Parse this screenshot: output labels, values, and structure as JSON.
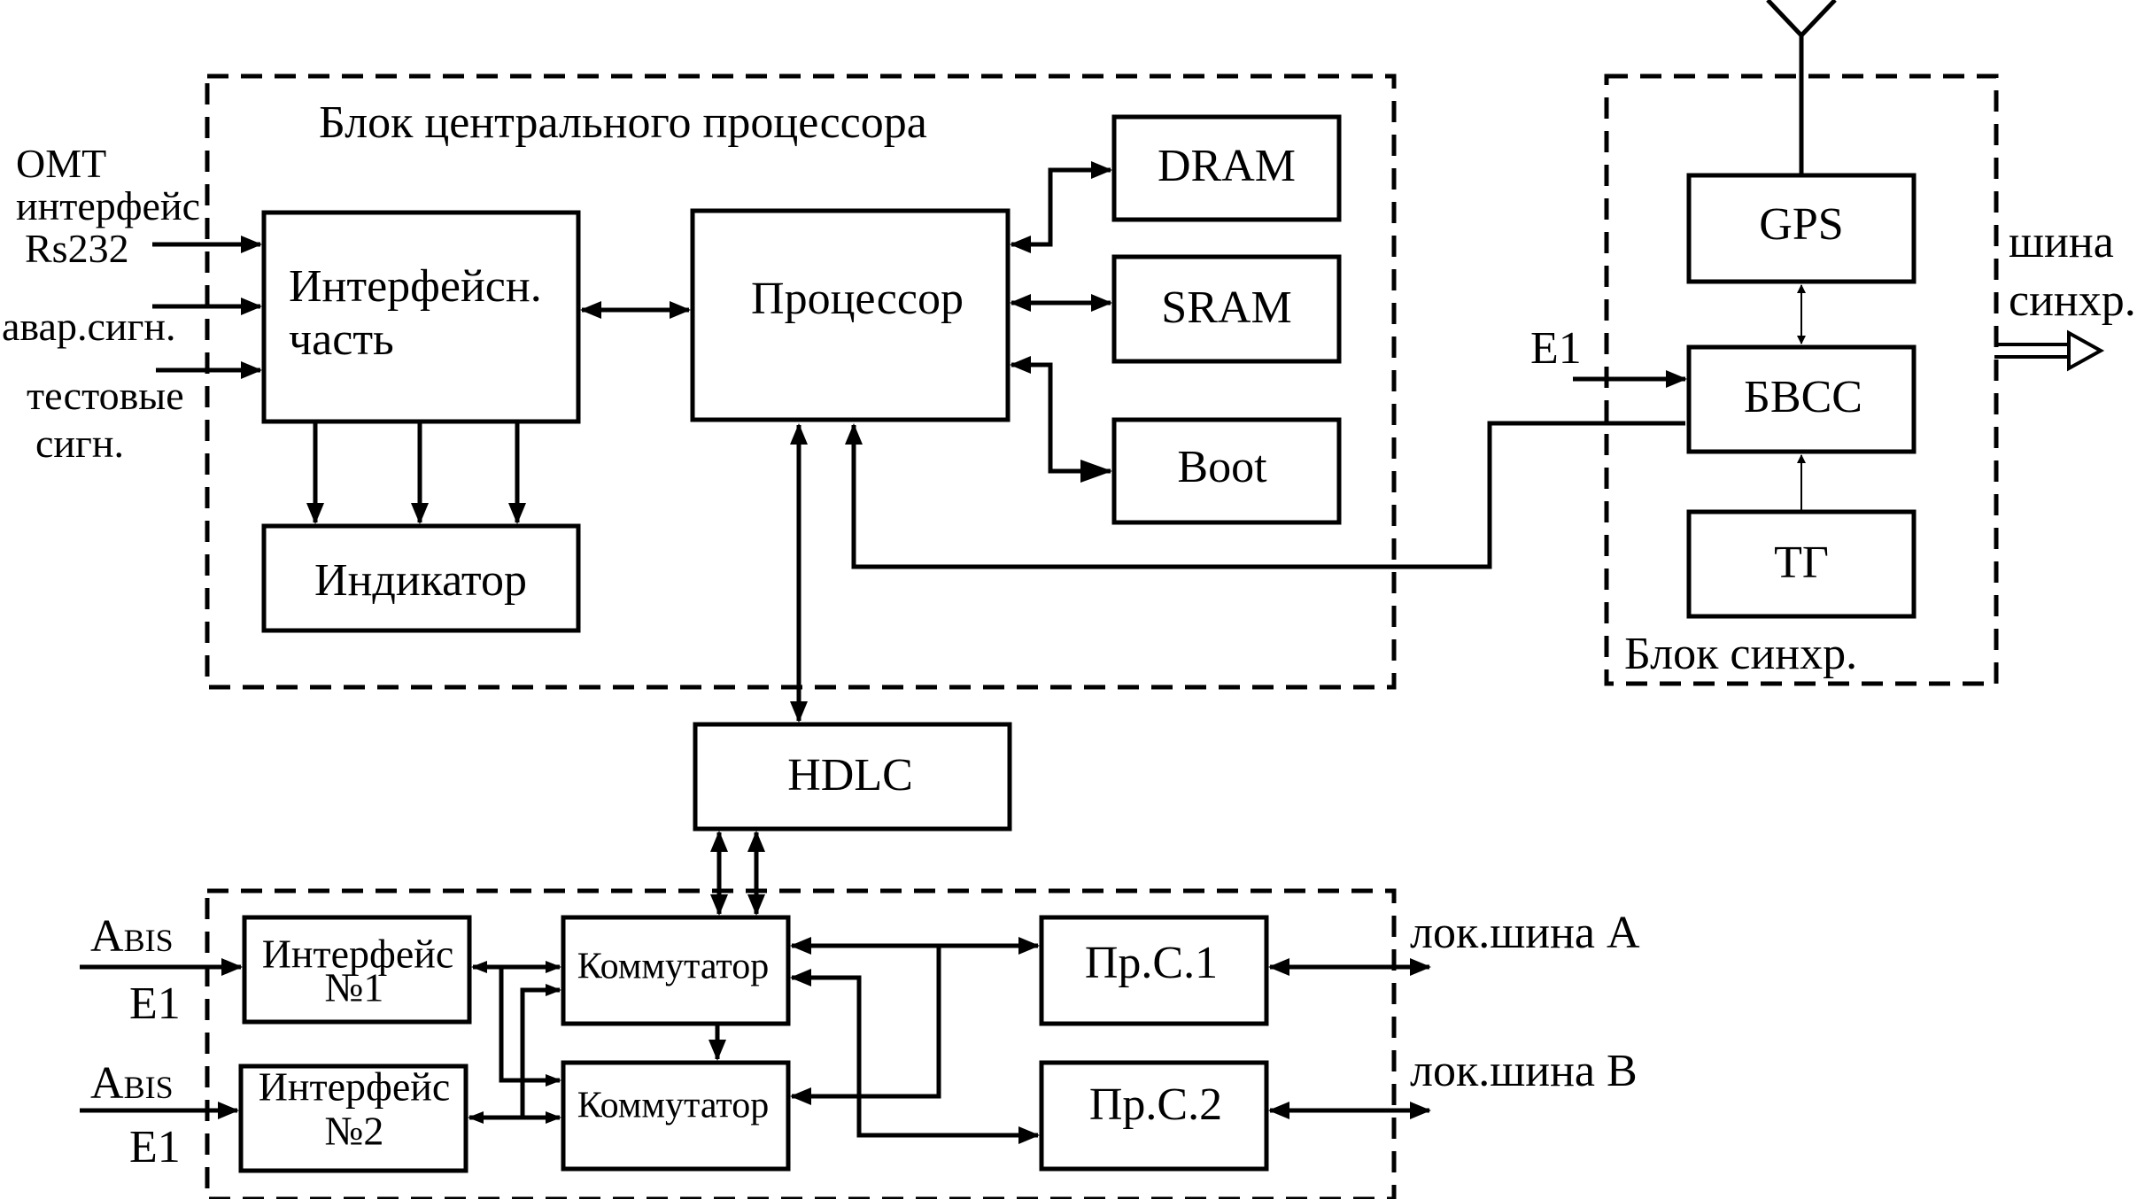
{
  "cpu": {
    "group_title": "Блок центрального процессора",
    "interface_line1": "Интерфейсн.",
    "interface_line2": "часть",
    "indicator": "Индикатор",
    "processor": "Процессор",
    "dram": "DRAM",
    "sram": "SRAM",
    "boot": "Boot"
  },
  "inputs": {
    "omt_line1": "ОМТ",
    "omt_line2": "интерфейс",
    "omt_line3": "Rs232",
    "alarm": "авар.сигн.",
    "test_line1": "тестовые",
    "test_line2": "сигн."
  },
  "sync": {
    "gps": "GPS",
    "bvss": "БВСС",
    "tg": "ТГ",
    "group_title": "Блок синхр.",
    "e1": "E1",
    "bus_line1": "шина",
    "bus_line2": "синхр."
  },
  "hdlc": "HDLC",
  "transport": {
    "abis1_a": "A",
    "abis1_b": "BIS",
    "abis1_e1": "E1",
    "abis2_a": "A",
    "abis2_b": "BIS",
    "abis2_e1": "E1",
    "iface1_line1": "Интерфейс",
    "iface1_line2": "№1",
    "iface2_line1": "Интерфейс",
    "iface2_line2": "№2",
    "switch1": "Коммутатор",
    "switch2": "Коммутатор",
    "prs1": "Пр.С.1",
    "prs2": "Пр.С.2",
    "bus_a": "лок.шина А",
    "bus_b": "лок.шина В"
  }
}
